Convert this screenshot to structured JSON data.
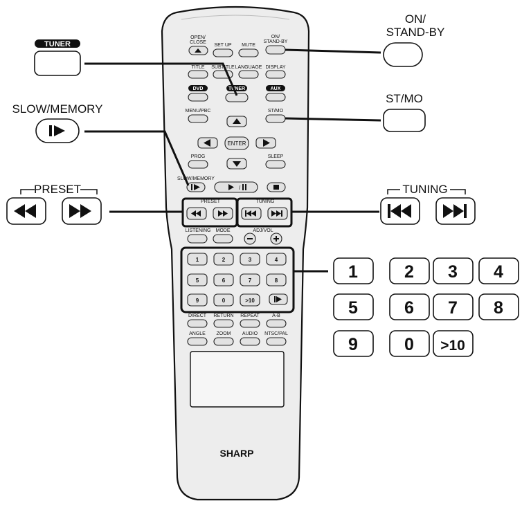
{
  "remote": {
    "brand": "SHARP",
    "row1": {
      "open_close_1": "OPEN/",
      "open_close_2": "CLOSE",
      "setup": "SET UP",
      "mute": "MUTE",
      "on_standby_1": "ON/",
      "on_standby_2": "STAND-BY"
    },
    "row2": {
      "title": "TITLE",
      "subtitle": "SUBTITLE",
      "language": "LANGUAGE",
      "display": "DISPLAY"
    },
    "row3": {
      "dvd": "DVD",
      "tuner": "TUNER",
      "aux": "AUX"
    },
    "row4": {
      "menu_pbc": "MENU/PBC",
      "st_mo": "ST/MO"
    },
    "enter": "ENTER",
    "row6": {
      "prog": "PROG",
      "sleep": "SLEEP"
    },
    "row7": {
      "slow_memory": "SLOW/MEMORY"
    },
    "row8": {
      "preset": "PRESET",
      "tuning": "TUNING"
    },
    "row9": {
      "listening": "LISTENING",
      "mode": "MODE",
      "adj_vol": "ADJ/VOL"
    },
    "numpad": [
      "1",
      "2",
      "3",
      "4",
      "5",
      "6",
      "7",
      "8",
      "9",
      "0",
      ">10"
    ],
    "row_bottom1": {
      "direct": "DIRECT",
      "return": "RETURN",
      "repeat": "REPEAT",
      "ab": "A-B"
    },
    "row_bottom2": {
      "angle": "ANGLE",
      "zoom": "ZOOM",
      "audio": "AUDIO",
      "ntsc_pal": "NTSC/PAL"
    }
  },
  "callouts": {
    "tuner": "TUNER",
    "slow_memory": "SLOW/MEMORY",
    "preset": "PRESET",
    "on_standby_1": "ON/",
    "on_standby_2": "STAND-BY",
    "st_mo": "ST/MO",
    "tuning": "TUNING",
    "numbers": [
      "1",
      "2",
      "3",
      "4",
      "5",
      "6",
      "7",
      "8",
      "9",
      "0",
      ">10"
    ]
  }
}
